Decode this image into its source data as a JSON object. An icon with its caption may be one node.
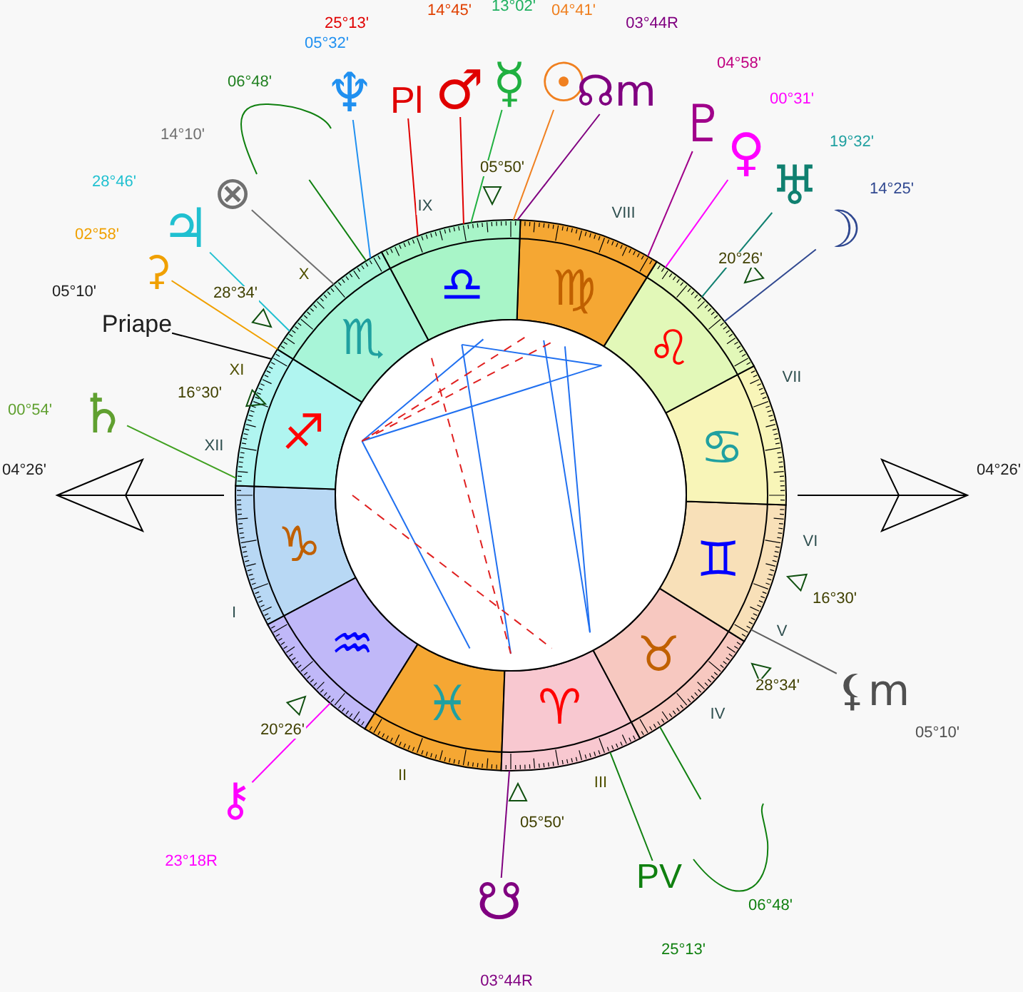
{
  "diagram": {
    "nodes": [
      {
        "text": [
          "♆"
        ]
      },
      {
        "text": [
          "Pl"
        ]
      },
      {
        "text": [
          "♂"
        ]
      },
      {
        "text": [
          "☿"
        ]
      },
      {
        "text": [
          "☉"
        ]
      },
      {
        "text": [
          "☊m"
        ]
      },
      {
        "text": [],
        "shape": "arc"
      },
      {
        "text": [
          "♇"
        ]
      },
      {
        "text": [
          "♀"
        ]
      },
      {
        "text": [
          "♅"
        ]
      },
      {
        "text": [
          "☽"
        ]
      },
      {
        "text": [
          "⊗"
        ]
      },
      {
        "text": [
          "♃"
        ]
      },
      {
        "text": [
          "⚳"
        ]
      },
      {
        "text": [
          "Priape"
        ]
      },
      {
        "text": [
          "♄"
        ]
      },
      {
        "text": [
          "⚸m"
        ]
      },
      {
        "text": [
          "⚷"
        ]
      },
      {
        "text": [
          "☋"
        ]
      },
      {
        "text": [
          "PV"
        ]
      },
      {
        "text": [],
        "shape": "arc"
      },
      {
        "text": [
          "♑"
        ]
      },
      {
        "text": [
          "♒"
        ]
      },
      {
        "text": [
          "♓"
        ]
      },
      {
        "text": [
          "♈"
        ]
      },
      {
        "text": [
          "♉"
        ]
      },
      {
        "text": [
          "♊"
        ]
      },
      {
        "text": [
          "♋"
        ]
      },
      {
        "text": [
          "♌"
        ]
      },
      {
        "text": [
          "♍"
        ]
      },
      {
        "text": [
          "♎"
        ]
      },
      {
        "text": [
          "♏"
        ]
      },
      {
        "text": [
          "♐"
        ]
      }
    ],
    "edges": [
      {
        "from": 0,
        "to": 31,
        "arrow": "none",
        "color": "#2090f0"
      },
      {
        "from": 1,
        "to": 30,
        "arrow": "none",
        "color": "#e00000"
      },
      {
        "from": 2,
        "to": 30,
        "arrow": "none",
        "color": "#e00000"
      },
      {
        "from": 3,
        "to": 30,
        "arrow": "none",
        "color": "#20b040"
      },
      {
        "from": 4,
        "to": 30,
        "arrow": "none",
        "color": "#f08020"
      },
      {
        "from": 5,
        "to": 30,
        "arrow": "none",
        "color": "#800080"
      },
      {
        "from": 6,
        "to": 31,
        "arrow": "none",
        "color": "#108010"
      },
      {
        "from": 7,
        "to": 29,
        "arrow": "none",
        "color": "#a0008a"
      },
      {
        "from": 8,
        "to": 28,
        "arrow": "none",
        "color": "#ff00ff"
      },
      {
        "from": 9,
        "to": 28,
        "arrow": "none",
        "color": "#108070"
      },
      {
        "from": 10,
        "to": 28,
        "arrow": "none",
        "color": "#304890"
      },
      {
        "from": 11,
        "to": 31,
        "arrow": "none",
        "color": "#707070"
      },
      {
        "from": 12,
        "to": 31,
        "arrow": "none",
        "color": "#20c0d0"
      },
      {
        "from": 13,
        "to": 31,
        "arrow": "none",
        "color": "#f0a000"
      },
      {
        "from": 14,
        "to": 32,
        "arrow": "none",
        "color": "#000000"
      },
      {
        "from": 15,
        "to": 32,
        "arrow": "none",
        "color": "#40a020"
      },
      {
        "from": 16,
        "to": 26,
        "arrow": "none",
        "color": "#606060"
      },
      {
        "from": 17,
        "to": 22,
        "arrow": "none",
        "color": "#ff00ff"
      },
      {
        "from": 18,
        "to": 24,
        "arrow": "none",
        "color": "#800080"
      },
      {
        "from": 19,
        "to": 24,
        "arrow": "none",
        "color": "#108010"
      },
      {
        "from": 20,
        "to": 25,
        "arrow": "none",
        "color": "#108010"
      }
    ],
    "labels": [
      "25°13'",
      "14°45'",
      "13°02'",
      "04°41'",
      "03°44R",
      "05°32'",
      "04°58'",
      "06°48'",
      "00°31'",
      "19°32'",
      "05°50'",
      "14°10'",
      "IX",
      "VIII",
      "14°25'",
      "28°46'",
      "02°58'",
      "20°26'",
      "05°10'",
      "X",
      "28°34'",
      "XI",
      "VII",
      "16°30'",
      "00°54'",
      "XII",
      "04°26'",
      "04°26'",
      "VI",
      "16°30'",
      "I",
      "V",
      "28°34'",
      "20°26'",
      "05°10'",
      "IV",
      "II",
      "III",
      "05°50'",
      "23°18R",
      "06°48'",
      "25°13'",
      "03°44R"
    ]
  }
}
